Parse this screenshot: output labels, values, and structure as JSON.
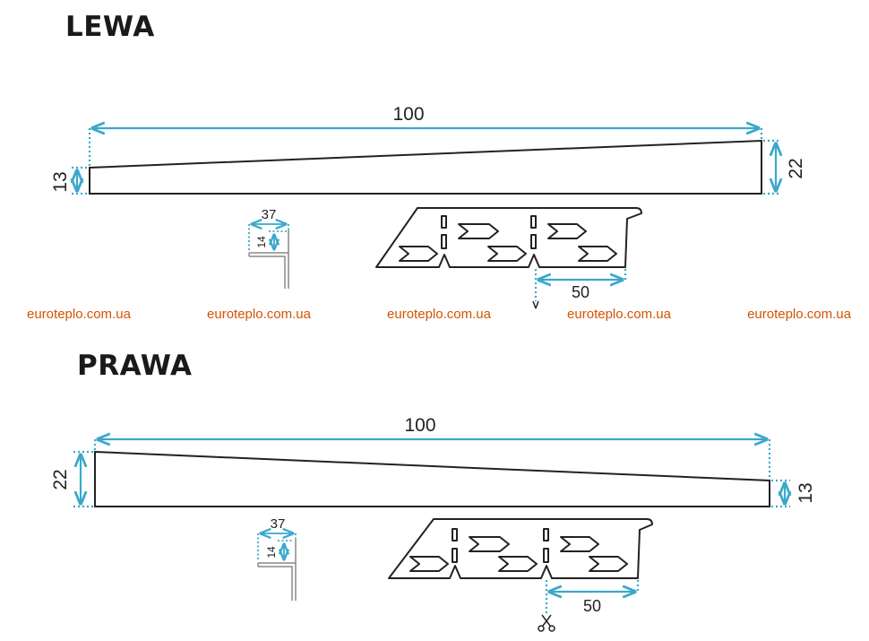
{
  "sections": [
    {
      "title": "LEWA",
      "dims": {
        "length": "100",
        "left_height": "13",
        "right_height": "22",
        "width": "37",
        "lip": "14",
        "segment": "50"
      }
    },
    {
      "title": "PRAWA",
      "dims": {
        "length": "100",
        "left_height": "22",
        "right_height": "13",
        "width": "37",
        "lip": "14",
        "segment": "50"
      }
    }
  ],
  "watermarks": [
    "euroteplo.com.ua",
    "euroteplo.com.ua",
    "euroteplo.com.ua",
    "euroteplo.com.ua",
    "euroteplo.com.ua"
  ],
  "colors": {
    "dimension": "#3aa8cc",
    "outline": "#222222",
    "watermark": "#d35400"
  },
  "icons": {
    "cut_marker": "scissors-icon"
  }
}
